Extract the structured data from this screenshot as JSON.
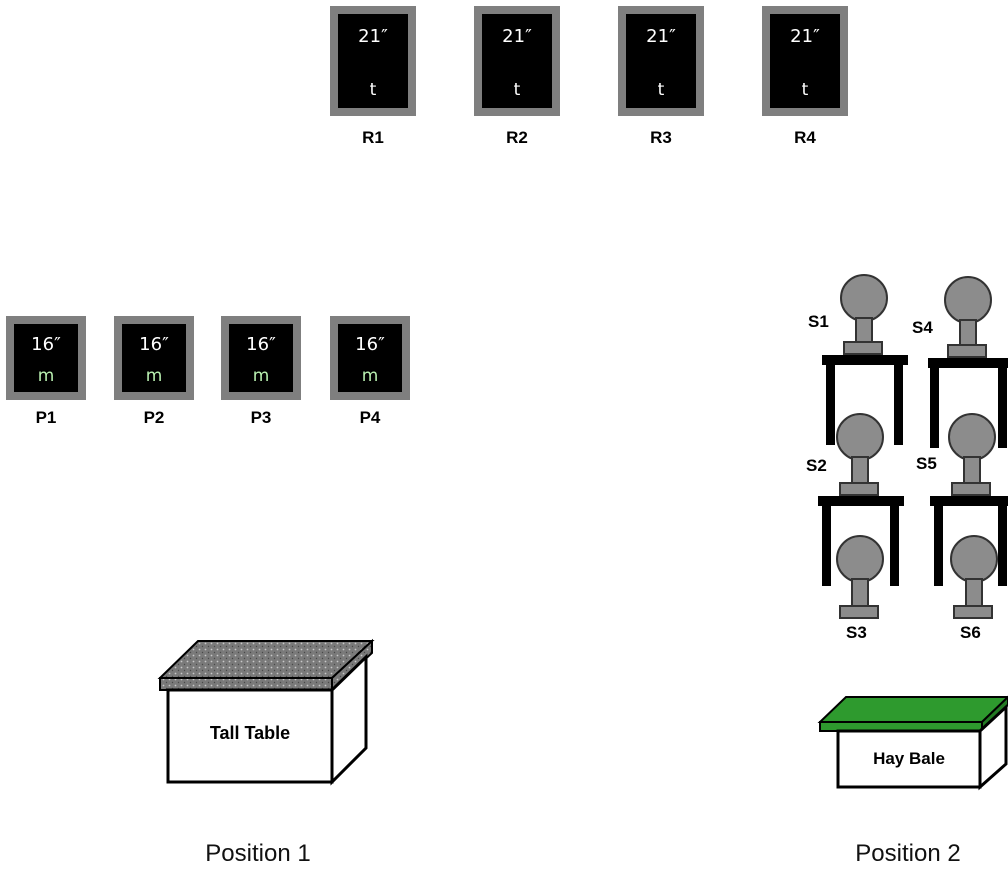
{
  "rifle_targets": [
    {
      "id": "R1",
      "size": "21″",
      "letter": "t"
    },
    {
      "id": "R2",
      "size": "21″",
      "letter": "t"
    },
    {
      "id": "R3",
      "size": "21″",
      "letter": "t"
    },
    {
      "id": "R4",
      "size": "21″",
      "letter": "t"
    }
  ],
  "pistol_targets": [
    {
      "id": "P1",
      "size": "16″",
      "letter": "m"
    },
    {
      "id": "P2",
      "size": "16″",
      "letter": "m"
    },
    {
      "id": "P3",
      "size": "16″",
      "letter": "m"
    },
    {
      "id": "P4",
      "size": "16″",
      "letter": "m"
    }
  ],
  "steel_labels": [
    "S1",
    "S2",
    "S3",
    "S4",
    "S5",
    "S6"
  ],
  "props": {
    "tall_table": "Tall Table",
    "hay_bale": "Hay Bale"
  },
  "positions": {
    "position_1": "Position 1",
    "position_2": "Position 2"
  },
  "colors": {
    "frame": "#7f7f7f",
    "target_face": "#000000",
    "steel": "#8c8c8c",
    "hay_top": "#2e9a2e",
    "small_letter": "#b9f0b0"
  }
}
